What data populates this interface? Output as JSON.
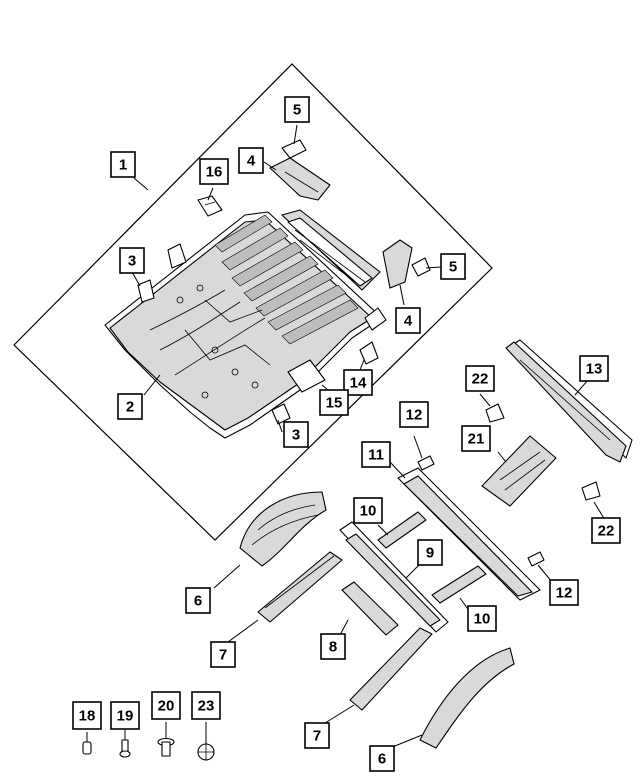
{
  "callouts": [
    {
      "id": "c1",
      "label": "1"
    },
    {
      "id": "c2",
      "label": "2"
    },
    {
      "id": "c3a",
      "label": "3"
    },
    {
      "id": "c3b",
      "label": "3"
    },
    {
      "id": "c4a",
      "label": "4"
    },
    {
      "id": "c4b",
      "label": "4"
    },
    {
      "id": "c5a",
      "label": "5"
    },
    {
      "id": "c5b",
      "label": "5"
    },
    {
      "id": "c6a",
      "label": "6"
    },
    {
      "id": "c6b",
      "label": "6"
    },
    {
      "id": "c7a",
      "label": "7"
    },
    {
      "id": "c7b",
      "label": "7"
    },
    {
      "id": "c8",
      "label": "8"
    },
    {
      "id": "c9",
      "label": "9"
    },
    {
      "id": "c10a",
      "label": "10"
    },
    {
      "id": "c10b",
      "label": "10"
    },
    {
      "id": "c11",
      "label": "11"
    },
    {
      "id": "c12a",
      "label": "12"
    },
    {
      "id": "c12b",
      "label": "12"
    },
    {
      "id": "c13",
      "label": "13"
    },
    {
      "id": "c14",
      "label": "14"
    },
    {
      "id": "c15",
      "label": "15"
    },
    {
      "id": "c16",
      "label": "16"
    },
    {
      "id": "c18",
      "label": "18"
    },
    {
      "id": "c19",
      "label": "19"
    },
    {
      "id": "c20",
      "label": "20"
    },
    {
      "id": "c21",
      "label": "21"
    },
    {
      "id": "c22a",
      "label": "22"
    },
    {
      "id": "c22b",
      "label": "22"
    },
    {
      "id": "c23",
      "label": "23"
    }
  ],
  "colors": {
    "line": "#000000",
    "background": "#ffffff",
    "part_shade": "#d9d9d9"
  }
}
